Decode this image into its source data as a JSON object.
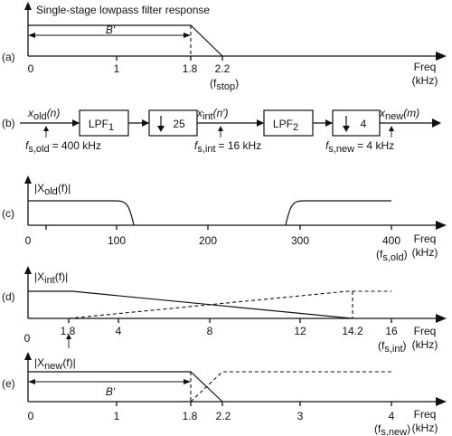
{
  "panel_a": {
    "tag": "(a)",
    "title": "Single-stage lowpass filter response",
    "bandwidth_label": "B′",
    "ticks": [
      "0",
      "1",
      "1.8",
      "2.2"
    ],
    "fstop_label": "(f",
    "fstop_sub": "stop",
    "fstop_close": ")",
    "axis_label_1": "Freq",
    "axis_label_2": "(kHz)"
  },
  "panel_b": {
    "tag": "(b)",
    "x_old": "x",
    "x_old_sub": "old",
    "x_old_arg": "(n)",
    "lpf1": "LPF",
    "lpf1_sub": "1",
    "dec1": "25",
    "x_int": "x",
    "x_int_sub": "int",
    "x_int_arg": "(n′)",
    "lpf2": "LPF",
    "lpf2_sub": "2",
    "dec2": "4",
    "x_new": "x",
    "x_new_sub": "new",
    "x_new_arg": "(m)",
    "fs_old_f": "f",
    "fs_old_sub": "s,old",
    "fs_old_val": "= 400 kHz",
    "fs_int_f": "f",
    "fs_int_sub": "s,int",
    "fs_int_val": "= 16 kHz",
    "fs_new_f": "f",
    "fs_new_sub": "s,new",
    "fs_new_val": "= 4 kHz"
  },
  "panel_c": {
    "tag": "(c)",
    "mag_pre": "|X",
    "mag_sub": "old",
    "mag_post": "(f)|",
    "ticks": [
      "0",
      "100",
      "200",
      "300",
      "400"
    ],
    "fs_label": "(f",
    "fs_sub": "s,old",
    "fs_close": ")",
    "axis_label_1": "Freq",
    "axis_label_2": "(kHz)"
  },
  "panel_d": {
    "tag": "(d)",
    "mag_pre": "|X",
    "mag_sub": "int",
    "mag_post": "(f)|",
    "ticks": [
      "0",
      "1.8",
      "4",
      "8",
      "12",
      "14.2",
      "16"
    ],
    "fs_label": "(f",
    "fs_sub": "s,int",
    "fs_close": ")",
    "axis_label_1": "Freq",
    "axis_label_2": "(kHz)"
  },
  "panel_e": {
    "tag": "(e)",
    "mag_pre": "|X",
    "mag_sub": "new",
    "mag_post": "(f)|",
    "bandwidth_label": "B′",
    "ticks": [
      "0",
      "1",
      "1.8",
      "2.2",
      "3",
      "4"
    ],
    "fs_label": "(f",
    "fs_sub": "s,new",
    "fs_close": ")",
    "axis_label_1": "Freq",
    "axis_label_2": "(kHz)"
  }
}
